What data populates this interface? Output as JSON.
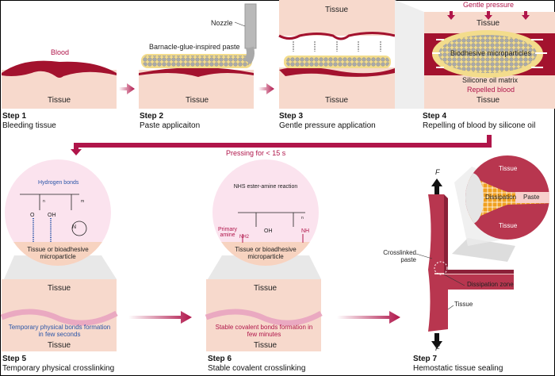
{
  "colors": {
    "blood": "#a3122e",
    "tissue": "#f7d9cc",
    "accent": "#b0154a",
    "paste": "#f3dc8c",
    "particles": "#a9a9a9",
    "blue": "#2a55a8"
  },
  "steps": [
    {
      "title": "Step 1",
      "desc": "Bleeding tissue"
    },
    {
      "title": "Step 2",
      "desc": "Paste applicaiton"
    },
    {
      "title": "Step 3",
      "desc": "Gentle pressure application"
    },
    {
      "title": "Step 4",
      "desc": "Repelling of blood by silicone oil"
    },
    {
      "title": "Step 5",
      "desc": "Temporary physical crosslinking"
    },
    {
      "title": "Step 6",
      "desc": "Stable covalent crosslinking"
    },
    {
      "title": "Step 7",
      "desc": "Hemostatic tissue sealing"
    }
  ],
  "labels": {
    "blood": "Blood",
    "tissue": "Tissue",
    "nozzle": "Nozzle",
    "paste_name": "Barnacle-glue-inspired paste",
    "gentle_pressure": "Gentle pressure",
    "microparticles": "Biodhesive microparticles",
    "silicone": "Silicone oil matrix",
    "repelled": "Repelled blood",
    "pressing": "Pressing for < 15 s",
    "hbonds": "Hydrogen bonds",
    "nhs": "NHS ester-amine reaction",
    "primary_amine": "Primary amine",
    "substrate": "Tissue or bioadhesive microparticle",
    "temp_bonds": "Temporary physical bonds formation in few seconds",
    "covalent_bonds": "Stable covalent bonds formation in few minutes",
    "force": "F",
    "crosslinked": "Crosslinked paste",
    "dissipation_zone": "Dissipation zone",
    "dissipation": "Dissipation",
    "paste": "Paste",
    "chem": {
      "oh": "OH",
      "o": "O",
      "n": "N",
      "nh": "NH",
      "nh2": "NH2",
      "n_sub": "n",
      "m_sub": "m"
    }
  }
}
